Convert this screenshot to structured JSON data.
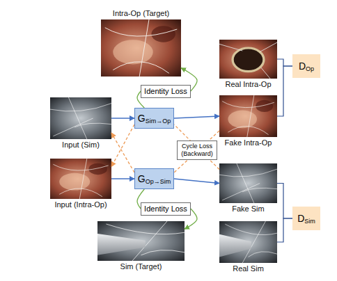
{
  "diagram": {
    "nodes": [
      {
        "text": [
          "Intra-Op (Target)"
        ]
      },
      {
        "text": [
          "Identity Loss"
        ]
      },
      {
        "text": [
          "Input (Sim)"
        ]
      },
      {
        "text": [
          "G",
          "Sim→Op"
        ]
      },
      {
        "text": [
          "Cycle Loss (Backward)"
        ]
      },
      {
        "text": [
          "Input (Intra-Op)"
        ]
      },
      {
        "text": [
          "G",
          "Op→Sim"
        ]
      },
      {
        "text": [
          "Identity Loss"
        ]
      },
      {
        "text": [
          "Sim (Target)"
        ]
      },
      {
        "text": [
          "Real Intra-Op"
        ]
      },
      {
        "text": [
          "Fake Intra-Op"
        ]
      },
      {
        "text": [
          "Fake Sim"
        ]
      },
      {
        "text": [
          "Real Sim"
        ]
      },
      {
        "text": [
          "D",
          "Op"
        ]
      },
      {
        "text": [
          "D",
          "Sim"
        ]
      }
    ],
    "edges": [
      {
        "from": 2,
        "to": 3,
        "arrow": "to"
      },
      {
        "from": 3,
        "to": 10,
        "arrow": "to"
      },
      {
        "from": 3,
        "to": 1,
        "arrow": "none"
      },
      {
        "from": 1,
        "to": 0,
        "arrow": "to"
      },
      {
        "from": 5,
        "to": 6,
        "arrow": "to"
      },
      {
        "from": 6,
        "to": 11,
        "arrow": "to"
      },
      {
        "from": 6,
        "to": 7,
        "arrow": "none"
      },
      {
        "from": 7,
        "to": 8,
        "arrow": "to"
      },
      {
        "from": 10,
        "to": 6,
        "arrow": "none"
      },
      {
        "from": 11,
        "to": 3,
        "arrow": "none"
      },
      {
        "from": 3,
        "to": 5,
        "arrow": "to"
      },
      {
        "from": 6,
        "to": 2,
        "arrow": "to"
      },
      {
        "from": 9,
        "to": 13,
        "arrow": "none"
      },
      {
        "from": 10,
        "to": 13,
        "arrow": "none"
      },
      {
        "from": 11,
        "to": 14,
        "arrow": "none"
      },
      {
        "from": 12,
        "to": 14,
        "arrow": "none"
      }
    ]
  }
}
